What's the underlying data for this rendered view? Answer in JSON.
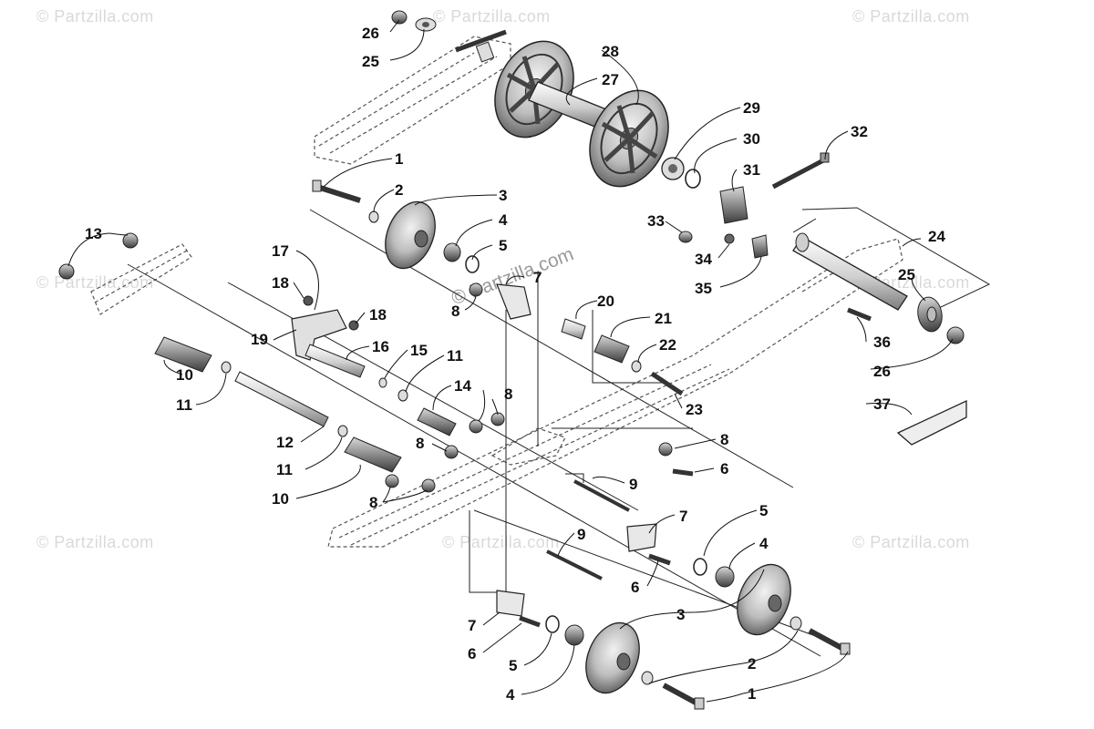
{
  "watermark": {
    "brand": "© Partzilla.com",
    "center": "© Partzilla.com"
  },
  "callouts": {
    "c1a": "1",
    "c1b": "1",
    "c2a": "2",
    "c2b": "2",
    "c3a": "3",
    "c3b": "3",
    "c4a": "4",
    "c4b": "4",
    "c4c": "4",
    "c5a": "5",
    "c5b": "5",
    "c5c": "5",
    "c6a": "6",
    "c6b": "6",
    "c6c": "6",
    "c7a": "7",
    "c7b": "7",
    "c7c": "7",
    "c8a": "8",
    "c8b": "8",
    "c8c": "8",
    "c8d": "8",
    "c8e": "8",
    "c9a": "9",
    "c9b": "9",
    "c10a": "10",
    "c10b": "10",
    "c11a": "11",
    "c11b": "11",
    "c11c": "11",
    "c12": "12",
    "c13": "13",
    "c14": "14",
    "c15": "15",
    "c16": "16",
    "c17": "17",
    "c18a": "18",
    "c18b": "18",
    "c19": "19",
    "c20": "20",
    "c21": "21",
    "c22": "22",
    "c23": "23",
    "c24": "24",
    "c25a": "25",
    "c25b": "25",
    "c26a": "26",
    "c26b": "26",
    "c27": "27",
    "c28": "28",
    "c29": "29",
    "c30": "30",
    "c31": "31",
    "c32": "32",
    "c33": "33",
    "c34": "34",
    "c35": "35",
    "c36": "36",
    "c37": "37"
  }
}
